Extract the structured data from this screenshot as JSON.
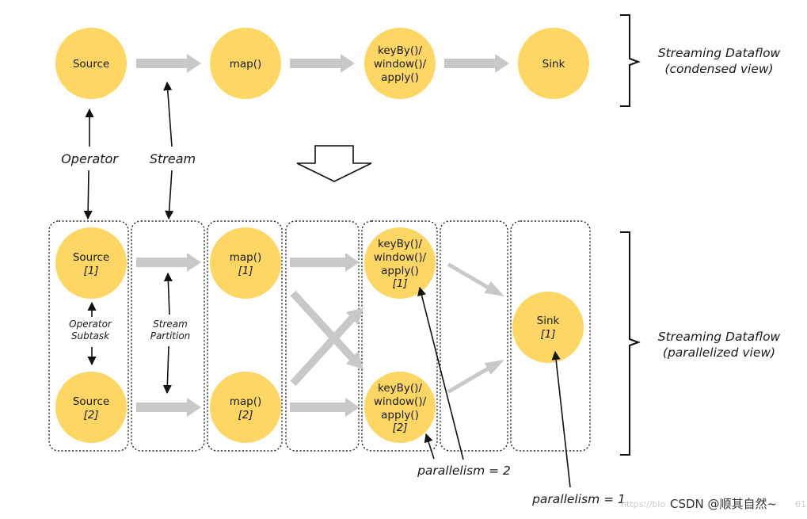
{
  "condensed": {
    "nodes": {
      "source": "Source",
      "map": "map()",
      "keyby": [
        "keyBy()/",
        "window()/",
        "apply()"
      ],
      "sink": "Sink"
    },
    "caption": [
      "Streaming Dataflow",
      "(condensed view)"
    ]
  },
  "labels": {
    "operator": "Operator",
    "stream": "Stream",
    "operator_subtask": [
      "Operator",
      "Subtask"
    ],
    "stream_partition": [
      "Stream",
      "Partition"
    ],
    "parallelism_2": "parallelism = 2",
    "parallelism_1": "parallelism = 1"
  },
  "parallel": {
    "source1": [
      "Source",
      "[1]"
    ],
    "source2": [
      "Source",
      "[2]"
    ],
    "map1": [
      "map()",
      "[1]"
    ],
    "map2": [
      "map()",
      "[2]"
    ],
    "keyby1": [
      "keyBy()/",
      "window()/",
      "apply()",
      "[1]"
    ],
    "keyby2": [
      "keyBy()/",
      "window()/",
      "apply()",
      "[2]"
    ],
    "sink1": [
      "Sink",
      "[1]"
    ],
    "caption": [
      "Streaming Dataflow",
      "(parallelized view)"
    ]
  },
  "watermark": {
    "url": "https://blo",
    "brand": "CSDN @顺其自然~",
    "tail": "61"
  },
  "colors": {
    "node_fill": "#fdd663",
    "arrow_gray": "#c8c8c8",
    "line": "#111111"
  }
}
